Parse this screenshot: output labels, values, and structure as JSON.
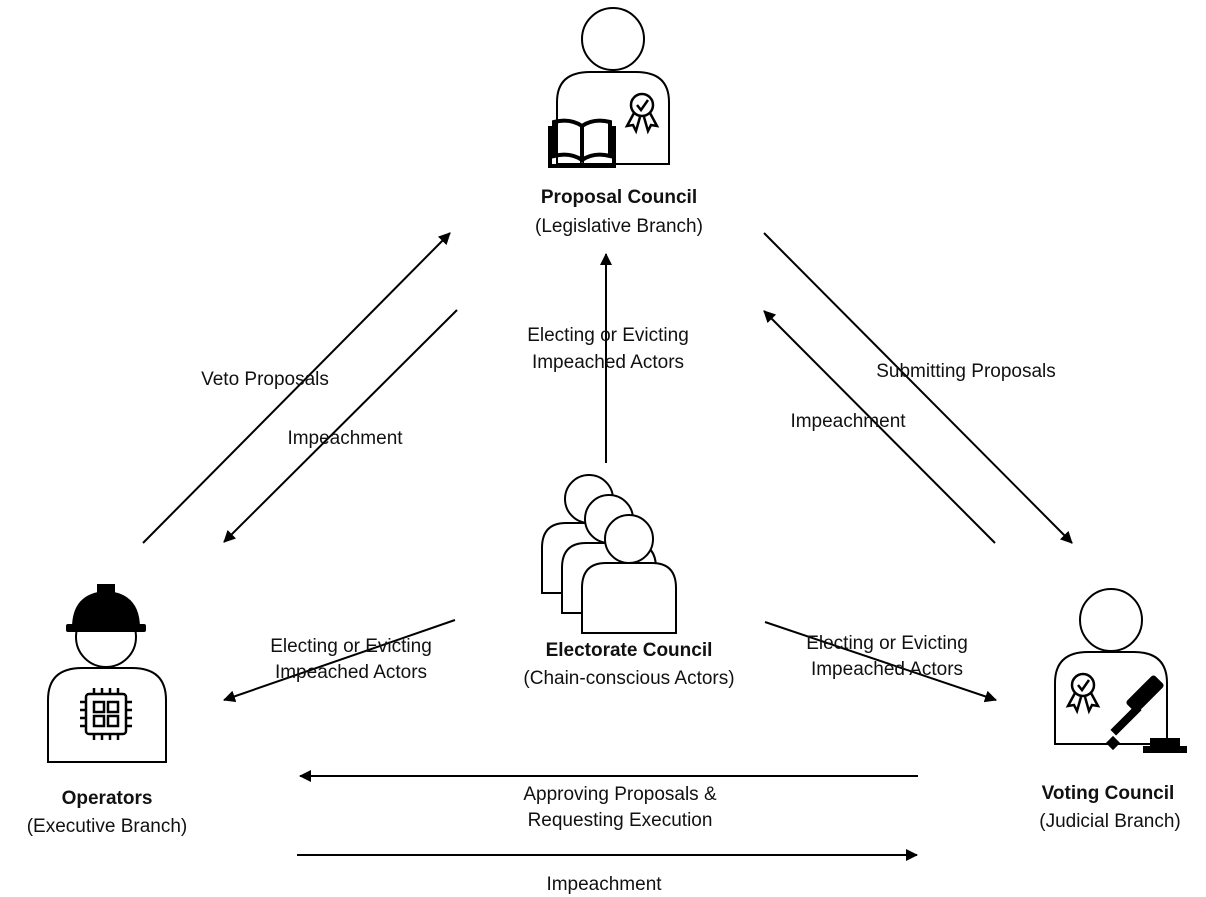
{
  "nodes": {
    "proposal": {
      "title": "Proposal Council",
      "subtitle": "(Legislative Branch)",
      "icon": "person-book-certificate-icon"
    },
    "operators": {
      "title": "Operators",
      "subtitle": "(Executive Branch)",
      "icon": "person-hardhat-chip-icon"
    },
    "voting": {
      "title": "Voting Council",
      "subtitle": "(Judicial Branch)",
      "icon": "person-gavel-certificate-icon"
    },
    "electorate": {
      "title": "Electorate Council",
      "subtitle": "(Chain-conscious Actors)",
      "icon": "group-of-people-icon"
    }
  },
  "edges": {
    "operators_to_proposal": "Veto Proposals",
    "proposal_to_operators": "Impeachment",
    "electorate_to_proposal": [
      "Electing or Evicting",
      "Impeached Actors"
    ],
    "proposal_to_voting": "Submitting Proposals",
    "voting_to_proposal": "Impeachment",
    "electorate_to_operators": [
      "Electing or Evicting",
      "Impeached Actors"
    ],
    "electorate_to_voting": [
      "Electing or Evicting",
      "Impeached Actors"
    ],
    "voting_to_operators": [
      "Approving Proposals &",
      "Requesting Execution"
    ],
    "operators_to_voting": "Impeachment"
  },
  "colors": {
    "stroke": "#000000",
    "background": "#ffffff"
  }
}
